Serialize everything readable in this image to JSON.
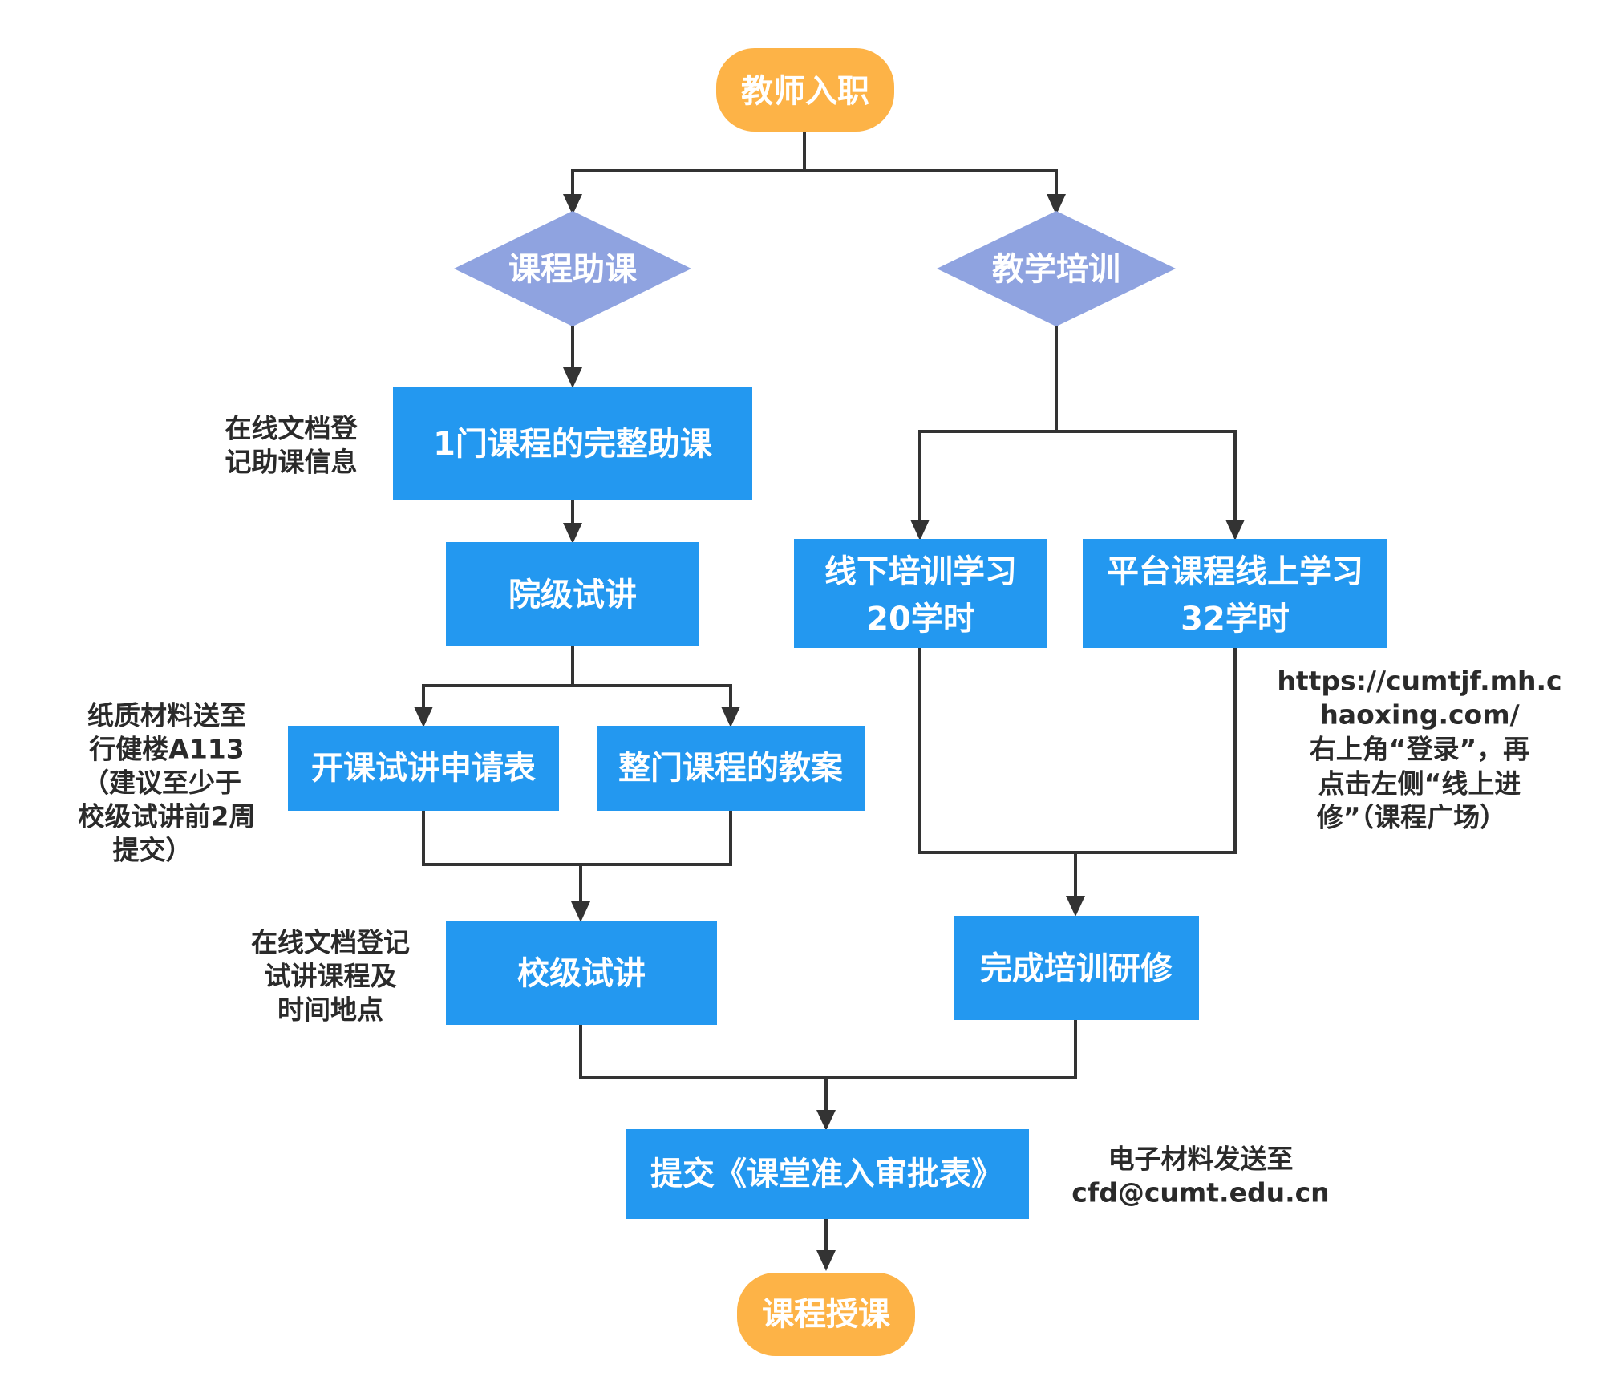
{
  "colors": {
    "terminal": "#FDB347",
    "decision": "#8FA3E0",
    "process": "#2398F0",
    "node_text": "#FFFFFF",
    "note_text": "#2A2A2A",
    "edge": "#333333"
  },
  "nodes": {
    "start": "教师入职",
    "branch_assist": "课程助课",
    "branch_training": "教学培训",
    "full_assist": "1门课程的完整助课",
    "college_trial": "院级试讲",
    "application_form": "开课试讲申请表",
    "lesson_plan": "整门课程的教案",
    "school_trial": "校级试讲",
    "offline_training": [
      "线下培训学习",
      "20学时"
    ],
    "online_training": [
      "平台课程线上学习",
      "32学时"
    ],
    "training_done": "完成培训研修",
    "submit_form": "提交《课堂准入审批表》",
    "end": "课程授课"
  },
  "notes": {
    "assist_register": [
      "在线文档登",
      "记助课信息"
    ],
    "paper_materials": [
      "纸质材料送至",
      "行健楼A113",
      "（建议至少于",
      "校级试讲前2周",
      "提交）"
    ],
    "trial_register": [
      "在线文档登记",
      "试讲课程及",
      "时间地点"
    ],
    "online_platform": [
      "https://cumtjf.mh.c",
      "haoxing.com/",
      "右上角“登录”，再",
      "点击左侧“线上进",
      "修”（课程广场）"
    ],
    "email": [
      "电子材料发送至",
      "cfd@cumt.edu.cn"
    ]
  }
}
